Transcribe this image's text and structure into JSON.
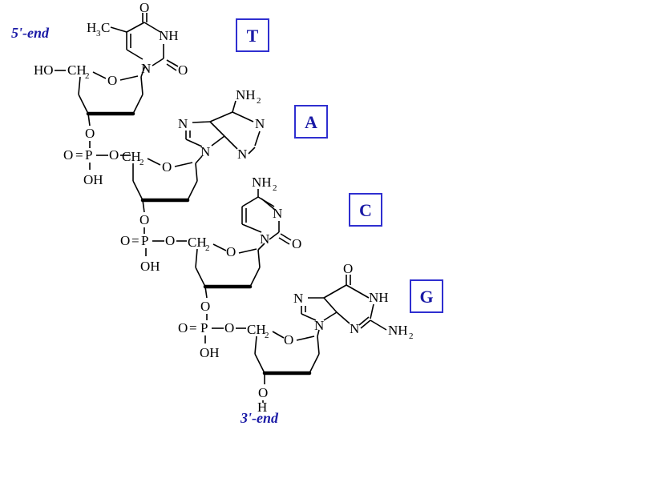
{
  "labels": {
    "five_prime": "5'-end",
    "three_prime": "3'-end"
  },
  "bases": {
    "t": "T",
    "a": "A",
    "c": "C",
    "g": "G"
  },
  "atoms": {
    "ho": "HO",
    "ch2": "CH",
    "sub2": "2",
    "o": "O",
    "p": "P",
    "oh": "OH",
    "h": "H",
    "n": "N",
    "nh": "NH",
    "nh2": "NH",
    "h3c": "H",
    "sub3": "3",
    "c": "C",
    "eq": "="
  }
}
